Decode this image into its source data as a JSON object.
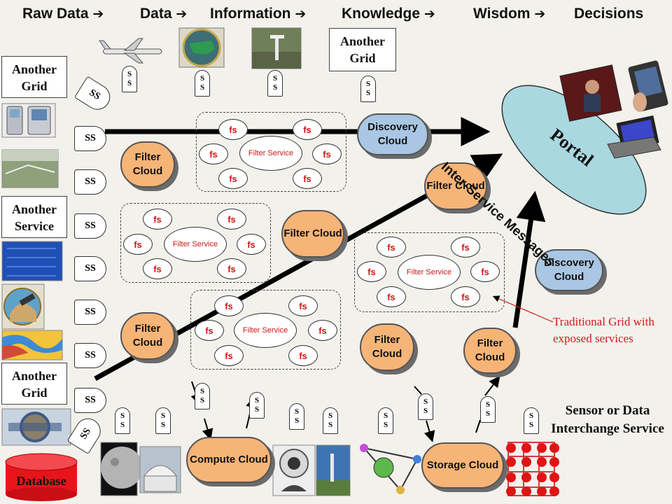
{
  "header": {
    "stages": [
      "Raw Data",
      "Data",
      "Information",
      "Knowledge",
      "Wisdom",
      "Decisions"
    ],
    "arrow_glyph": "➔"
  },
  "labels": {
    "another_grid": "Another Grid",
    "another_service": "Another Service",
    "ss": "SS",
    "ss_stacked": [
      "S",
      "S"
    ],
    "fs": "fs",
    "filter_service": "Filter Service",
    "filter_cloud": "Filter Cloud",
    "discovery_cloud": "Discovery Cloud",
    "compute_cloud": "Compute Cloud",
    "storage_cloud": "Storage Cloud",
    "portal": "Portal",
    "inter_service_messages": "Inter-Service Messages",
    "traditional_grid_note": "Traditional Grid with exposed services",
    "sensor_service": "Sensor or Data Interchange Service",
    "database": "Database"
  },
  "colors": {
    "filter_cloud": "#f7b477",
    "discovery_cloud": "#a9c6e3",
    "portal": "#a9d8e0",
    "fs_text": "#d21515",
    "note": "#d11a1a",
    "database": "#e8141b"
  },
  "icons": [
    "airplane-icon",
    "us-map-icon",
    "weather-station-icon",
    "pda-icon",
    "tablet-icon",
    "laptop-icon",
    "presenter-photo-icon",
    "satellite-icon",
    "webcam-icon",
    "telescope-icon",
    "sensor-grid-icon"
  ]
}
